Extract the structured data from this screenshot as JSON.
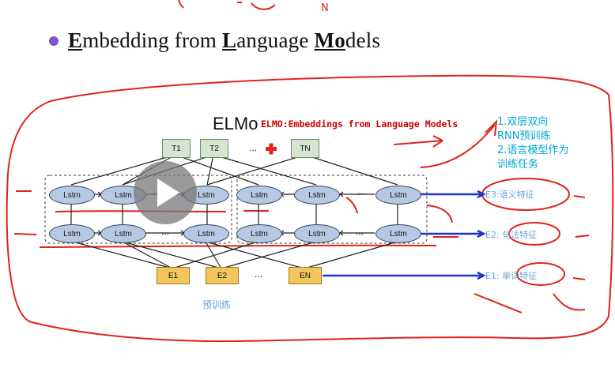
{
  "bullet": {
    "prefix_e": "E",
    "word1_rest": "mbedding from ",
    "prefix_l": "L",
    "word2_rest": "anguage ",
    "prefix_mo": "Mo",
    "word3_rest": "dels"
  },
  "diagram": {
    "title": "ELMo",
    "subtitle": "ELMO:Embeddings from Language Models",
    "node_label": "Lstm",
    "t_labels": [
      "T1",
      "T2",
      "TN"
    ],
    "e_labels": [
      "E1",
      "E2",
      "EN"
    ],
    "ellipsis": "...",
    "layer_labels": [
      "E3:语义特征",
      "E2: 句法特征",
      "E1: 单词特征"
    ],
    "pretrain_label": "预训练"
  },
  "notes": {
    "line1": "1.双层双向",
    "line2": "RNN预训练",
    "line3": "2.语言模型作为",
    "line4": "训练任务"
  },
  "colors": {
    "accent_red": "#e0231b",
    "note_blue": "#00a6d6",
    "node_fill": "#b7c9e2",
    "bullet_purple": "#7f57c9"
  },
  "icons": [
    "play-icon",
    "red-plus-icon",
    "bullet-dot-icon"
  ]
}
